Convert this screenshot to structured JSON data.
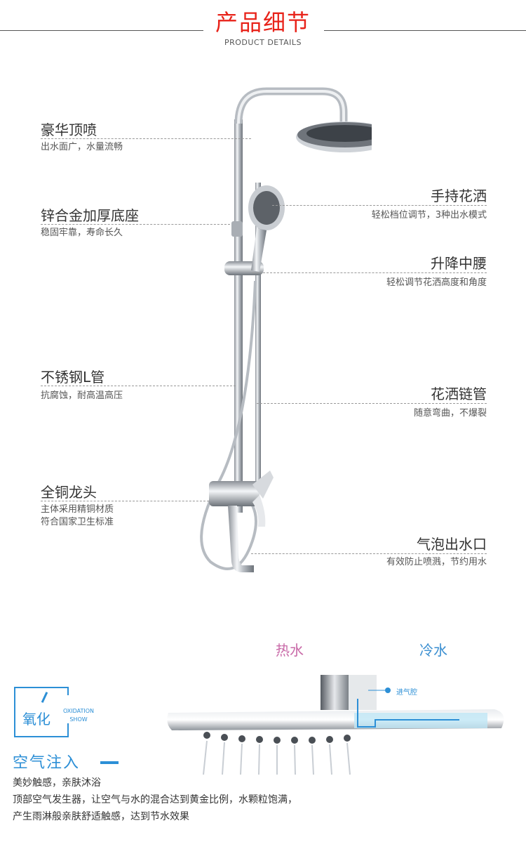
{
  "header": {
    "title": "产品细节",
    "subtitle": "PRODUCT DETAILS",
    "accent_color": "#e8231a"
  },
  "features_left": [
    {
      "title": "豪华顶喷",
      "desc": [
        "出水面广，水量流畅"
      ]
    },
    {
      "title": "锌合金加厚底座",
      "desc": [
        "稳固牢靠，寿命长久"
      ]
    },
    {
      "title": "不锈钢L管",
      "desc": [
        "抗腐蚀，耐高温高压"
      ]
    },
    {
      "title": "全铜龙头",
      "desc": [
        "主体采用精铜材质",
        "符合国家卫生标准"
      ]
    }
  ],
  "features_right": [
    {
      "title": "手持花洒",
      "desc": [
        "轻松档位调节，3种出水模式"
      ]
    },
    {
      "title": "升降中腰",
      "desc": [
        "轻松调节花洒高度和角度"
      ]
    },
    {
      "title": "花洒链管",
      "desc": [
        "随意弯曲，不爆裂"
      ]
    },
    {
      "title": "气泡出水口",
      "desc": [
        "有效防止喷溅，节约用水"
      ]
    }
  ],
  "water": {
    "hot": "热水",
    "cold": "冷水",
    "inlet": "进气腔",
    "hot_color": "#c96aa8",
    "cold_color": "#3b8fd1"
  },
  "oxidation": {
    "cn": "氧化",
    "en1": "OXIDATION",
    "en2": "SHOW",
    "color": "#2c8fd6"
  },
  "air": {
    "title": "空气注入",
    "subtitle": "美妙触感，亲肤沐浴",
    "para1": "顶部空气发生器，让空气与水的混合达到黄金比例，水颗粒饱满，",
    "para2": "产生雨淋般亲肤舒适触感，达到节水效果"
  }
}
